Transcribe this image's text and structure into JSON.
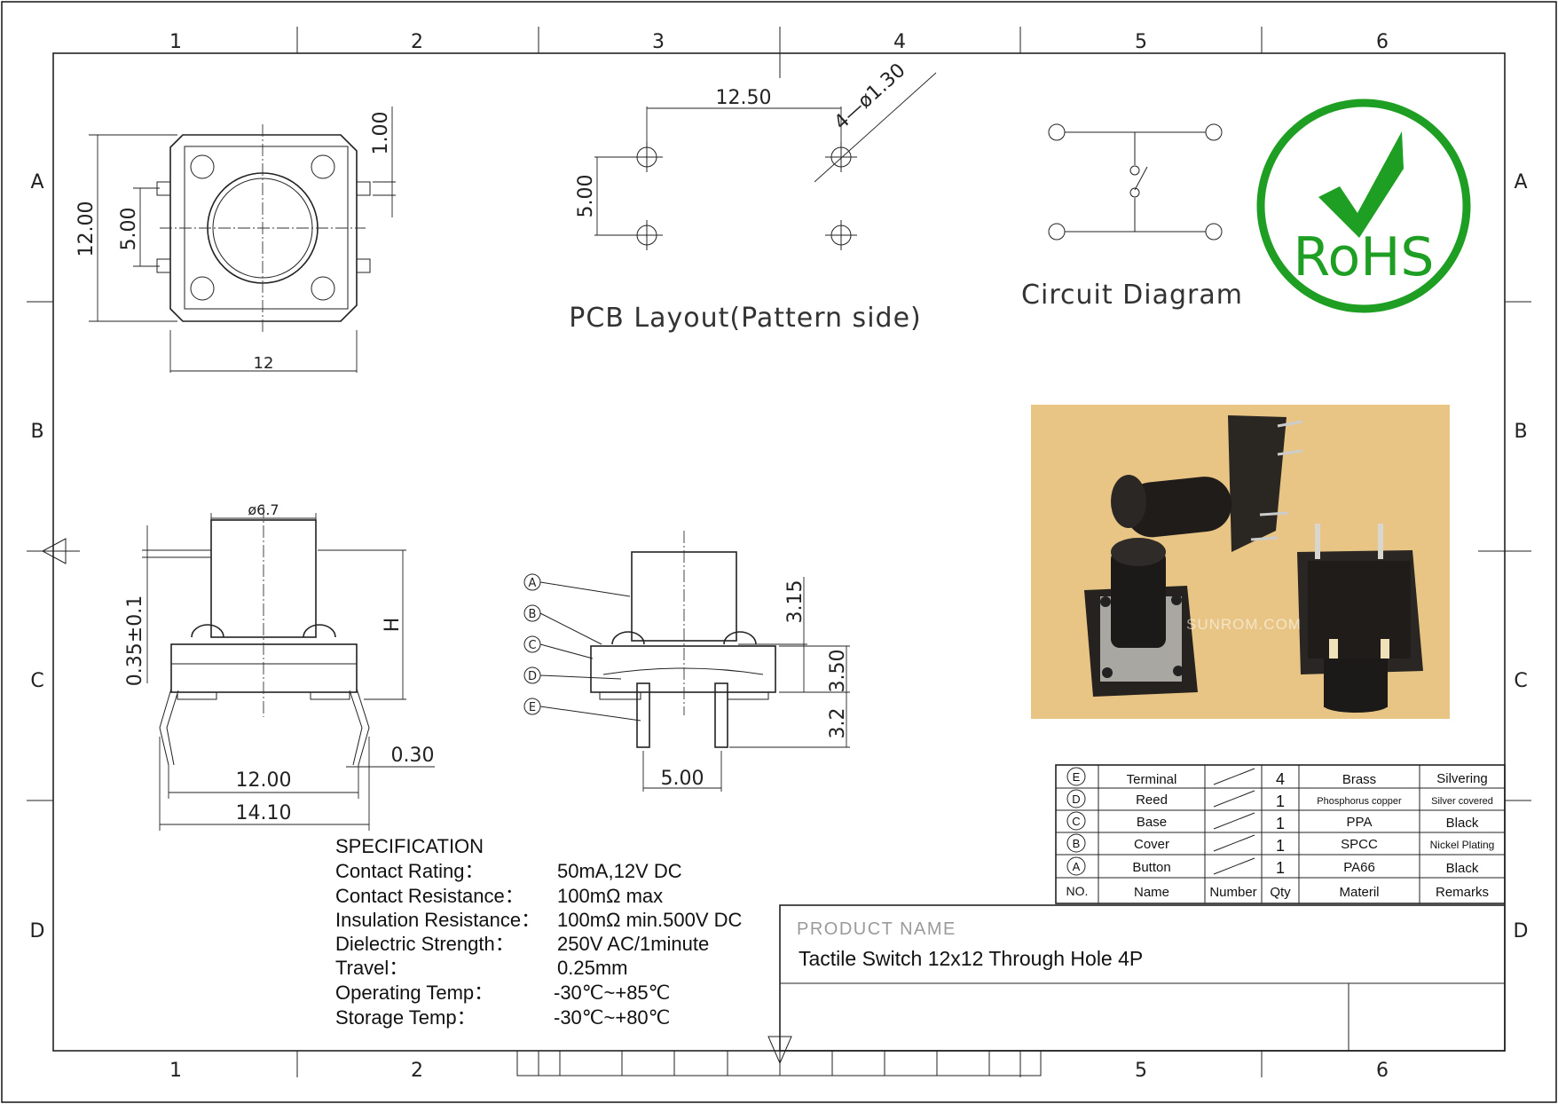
{
  "frame": {
    "col_labels": [
      "1",
      "2",
      "3",
      "4",
      "5",
      "6"
    ],
    "row_labels": [
      "A",
      "B",
      "C",
      "D"
    ]
  },
  "top_view": {
    "dim_height": "12.00",
    "dim_pitch": "5.00",
    "dim_pin": "1.00",
    "dim_width": "12"
  },
  "pcb_layout": {
    "title": "PCB Layout(Pattern side)",
    "dim_pitch_x": "12.50",
    "dim_pitch_y": "5.00",
    "dim_hole": "4—ø1.30"
  },
  "circuit": {
    "title": "Circuit Diagram"
  },
  "rohs": {
    "text": "RoHS",
    "color": "#1e9e22"
  },
  "side_view": {
    "dim_diameter": "ø6.7",
    "dim_height": "H",
    "dim_gap": "0.35±0.1",
    "dim_lead": "0.30",
    "dim_body": "12.00",
    "dim_overall": "14.10"
  },
  "part_view": {
    "dim_top": "3.15",
    "dim_mid": "3.50",
    "dim_lead": "3.2",
    "dim_pitch": "5.00",
    "markers": [
      "A",
      "B",
      "C",
      "D",
      "E"
    ]
  },
  "photo": {
    "watermark": "SUNROM.COM"
  },
  "specification": {
    "heading": "SPECIFICATION",
    "rows": [
      {
        "label": "Contact  Rating：",
        "value": "50mA,12V DC"
      },
      {
        "label": "Contact  Resistance：",
        "value": "100mΩ max"
      },
      {
        "label": "Insulation Resistance：",
        "value": "100mΩ min.500V DC"
      },
      {
        "label": "Dielectric  Strength：",
        "value": "250V AC/1minute"
      },
      {
        "label": "Travel：",
        "value": "0.25mm"
      },
      {
        "label": "Operating Temp：",
        "value": "-30℃~+85℃"
      },
      {
        "label": "Storage Temp：",
        "value": "-30℃~+80℃"
      }
    ]
  },
  "bom": {
    "header": {
      "no": "NO.",
      "name": "Name",
      "number": "Number",
      "qty": "Qty",
      "material": "Materil",
      "remarks": "Remarks"
    },
    "rows": [
      {
        "mark": "E",
        "name": "Terminal",
        "qty": "4",
        "material": "Brass",
        "remarks": "Silvering"
      },
      {
        "mark": "D",
        "name": "Reed",
        "qty": "1",
        "material": "Phosphorus copper",
        "remarks": "Silver covered"
      },
      {
        "mark": "C",
        "name": "Base",
        "qty": "1",
        "material": "PPA",
        "remarks": "Black"
      },
      {
        "mark": "B",
        "name": "Cover",
        "qty": "1",
        "material": "SPCC",
        "remarks": "Nickel Plating"
      },
      {
        "mark": "A",
        "name": "Button",
        "qty": "1",
        "material": "PA66",
        "remarks": "Black"
      }
    ]
  },
  "title_block": {
    "label": "PRODUCT NAME",
    "product": "Tactile Switch 12x12 Through Hole 4P"
  }
}
